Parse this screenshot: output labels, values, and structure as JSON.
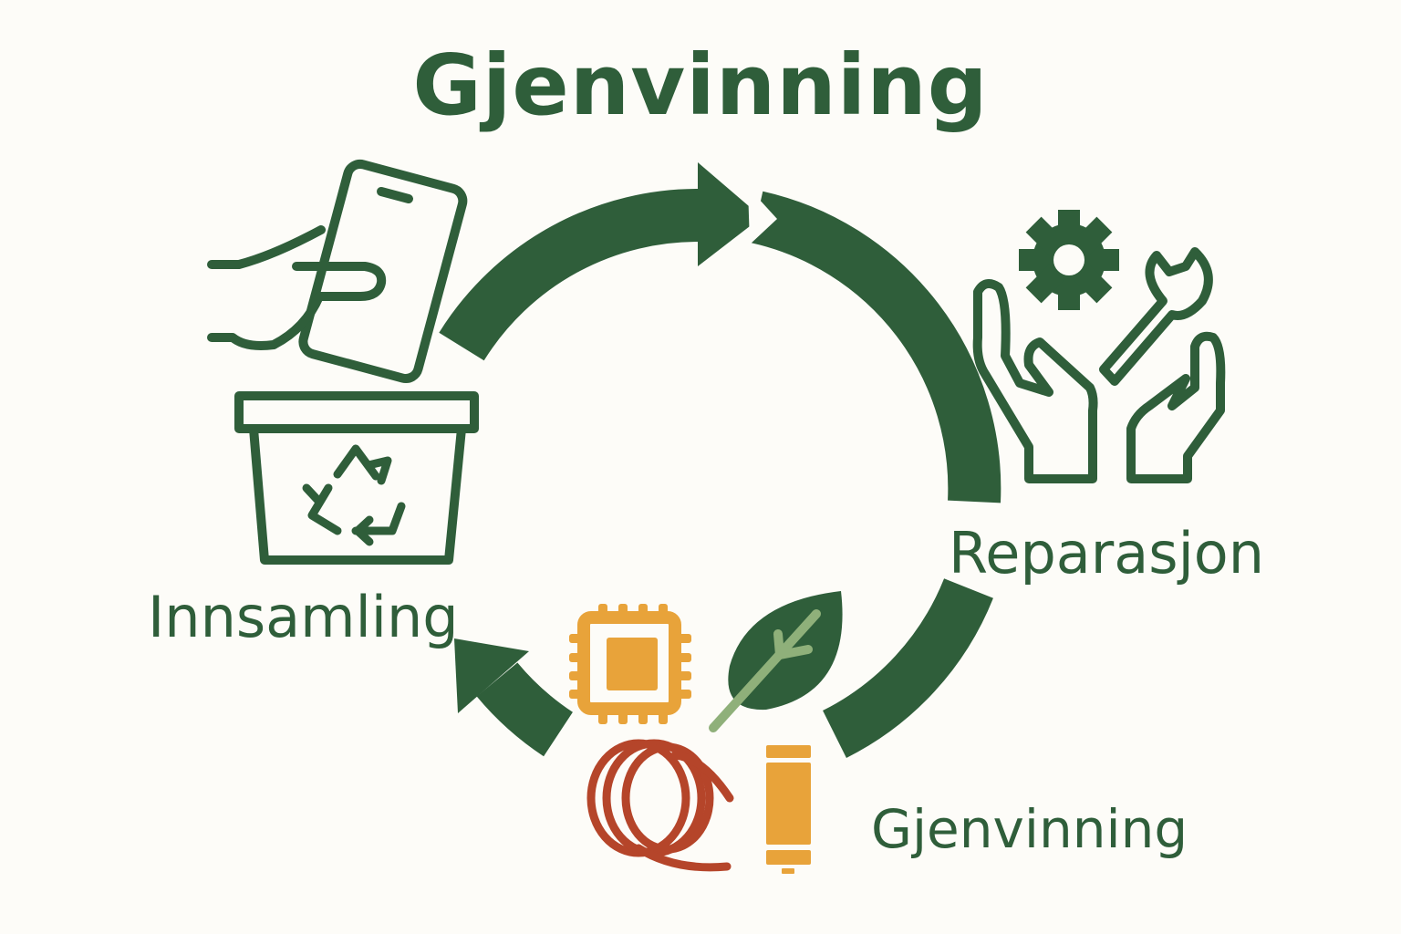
{
  "title": "Gjenvinning",
  "stages": {
    "collection": "Innsamling",
    "repair": "Reparasjon",
    "recycling": "Gjenvinning"
  },
  "colors": {
    "green": "#2f5e3a",
    "orange": "#e8a33a",
    "copper": "#b5452a",
    "light_green": "#8fb07a",
    "background": "#fdfcf8"
  },
  "icons": [
    "hand-phone-icon",
    "recycle-bin-icon",
    "gear-icon",
    "wrench-icon",
    "hands-icon",
    "chip-icon",
    "leaf-icon",
    "copper-coil-icon",
    "battery-icon",
    "cycle-arrow-icon"
  ]
}
